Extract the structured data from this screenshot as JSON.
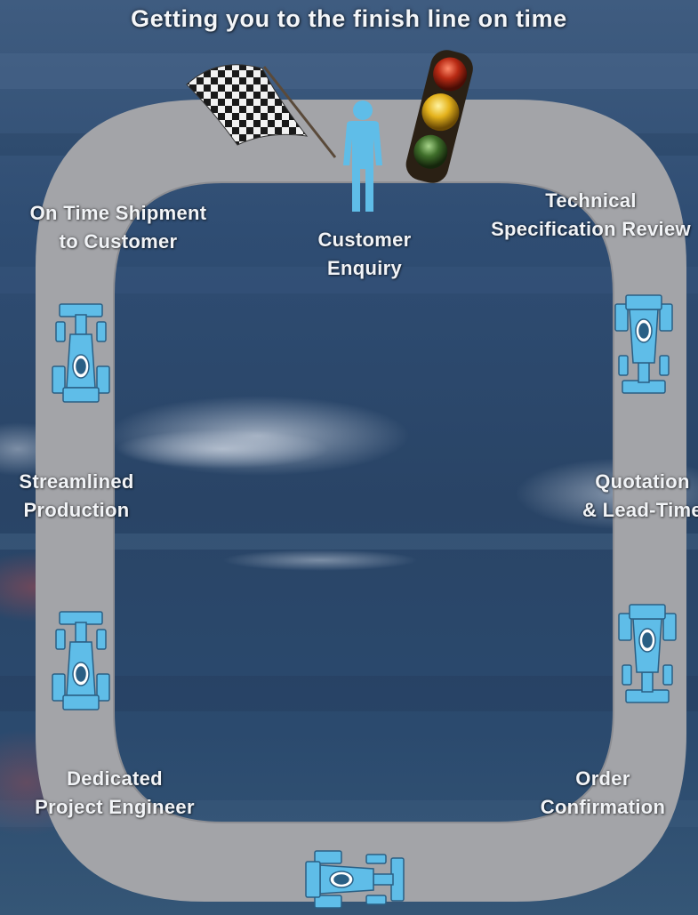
{
  "title": "Getting you to the finish line on time",
  "steps": [
    {
      "line1": "Customer",
      "line2": "Enquiry"
    },
    {
      "line1": "Technical",
      "line2": "Specification Review"
    },
    {
      "line1": "Quotation",
      "line2": "& Lead-Time"
    },
    {
      "line1": "Order",
      "line2": "Confirmation"
    },
    {
      "line1": "Dedicated",
      "line2": "Project Engineer"
    },
    {
      "line1": "Streamlined",
      "line2": "Production"
    },
    {
      "line1": "On Time Shipment",
      "line2": "to Customer"
    }
  ],
  "colors": {
    "track": "#a3a4a8",
    "track_edge": "#8a8b90",
    "car": "#5fbde8",
    "car_dark": "#2a5f84",
    "person": "#5fbde8",
    "text": "#f2f4f7",
    "sky": "#2e4a6e"
  },
  "icons": [
    "checkered-flag-icon",
    "person-icon",
    "traffic-light-icon",
    "race-car-icon"
  ]
}
